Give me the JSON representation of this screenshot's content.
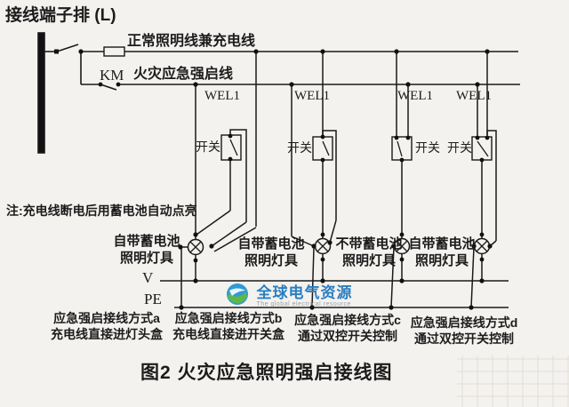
{
  "page": {
    "background": "#f4f2ef",
    "ink": "#1c1c1c"
  },
  "header": {
    "terminal_label": "接线端子排 (L)"
  },
  "buses": {
    "normal": {
      "label": "正常照明线兼充电线"
    },
    "emergency": {
      "km": "KM",
      "label": "火灾应急强启线"
    },
    "v": {
      "label": "V"
    },
    "pe": {
      "label": "PE"
    }
  },
  "note": "注:充电线断电后用蓄电池自动点亮",
  "wel_labels": [
    "WEL1",
    "WEL1",
    "WEL1",
    "WEL1"
  ],
  "switches": [
    "开关",
    "开关",
    "开关",
    "开关"
  ],
  "lamps": [
    {
      "line1": "自带蓄电池",
      "line2": "照明灯具"
    },
    {
      "line1": "自带蓄电池",
      "line2": "照明灯具"
    },
    {
      "line1": "不带蓄电池",
      "line2": "照明灯具"
    },
    {
      "line1": "自带蓄电池",
      "line2": "照明灯具"
    }
  ],
  "methods": [
    {
      "line1": "应急强启接线方式a",
      "line2": "充电线直接进灯头盒"
    },
    {
      "line1": "应急强启接线方式b",
      "line2": "充电线直接进开关盒"
    },
    {
      "line1": "应急强启接线方式c",
      "line2": "通过双控开关控制"
    },
    {
      "line1": "应急强启接线方式d",
      "line2": "通过双控开关控制"
    }
  ],
  "caption": "图2  火灾应急照明强启接线图",
  "watermark": {
    "name": "全球电气资源",
    "subtitle": "The global electrical resource",
    "color": "#2a7ec0"
  }
}
